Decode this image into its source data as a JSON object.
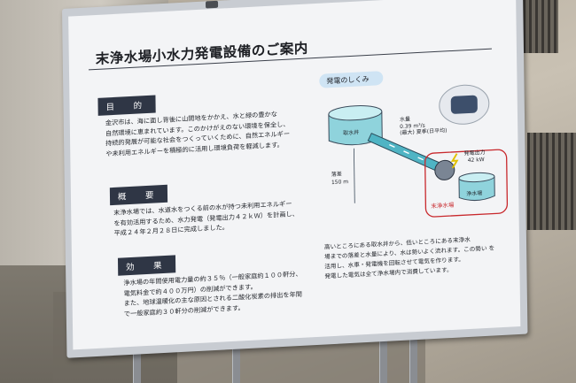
{
  "sign": {
    "title": "末浄水場小水力発電設備のご案内",
    "sections": [
      {
        "heading": "目　的",
        "lines": [
          "金沢市は、海に面し背後に山間地をかかえ、水と緑の豊かな",
          "自然環境に恵まれています。このかけがえのない環境を保全し、",
          "持続的発展が可能な社会をつくっていくために、自然エネルギー",
          "や未利用エネルギーを積極的に活用し環境負荷を軽減します。"
        ]
      },
      {
        "heading": "概　要",
        "lines": [
          "末浄水場では、水道水をつくる前の水が持つ未利用エネルギー",
          "を有効活用するため、水力発電（発電出力４２ｋＷ）を計画し、",
          "平成２４年２月２８日に完成しました。"
        ]
      },
      {
        "heading": "効　果",
        "lines": [
          "浄水場の年間使用電力量の約３５％（一般家庭約１００軒分、",
          "電気料金で約４００万円）の削減ができます。",
          "また、地球温暖化の主な原因とされる二酸化炭素の排出を年間",
          "で一般家庭約３０軒分の削減ができます。"
        ]
      }
    ],
    "diagram": {
      "heading": "発電のしくみ",
      "intake_label": "取水井",
      "flow_label": "水量",
      "flow_value": "0.39 m³/s",
      "flow_note": "(最大) 夏季(日平均)",
      "head_label": "落差",
      "head_value": "150 m",
      "output_label": "発電出力",
      "output_value": "42 kW",
      "plant_label": "末浄水場",
      "basin_label": "浄水場"
    },
    "explanation_lines": [
      "高いところにある取水井から、低いところにある末浄水",
      "場までの落差と水量により、水は勢いよく流れます。この勢い を",
      "活用し、水車・発電機を回転させて電気を作ります。",
      "発電した電気は全て浄水場内で消費しています。"
    ]
  },
  "colors": {
    "tag_bg": "#2f3645",
    "water": "#8fd3dc",
    "plant_outline": "#c8282c",
    "heading_pill": "#cfe4f4"
  }
}
